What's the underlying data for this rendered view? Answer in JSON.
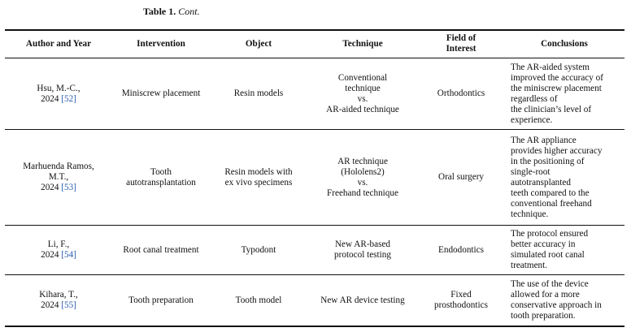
{
  "caption": {
    "label": "Table 1.",
    "cont": "Cont."
  },
  "headers": {
    "author": "Author and Year",
    "intervention": "Intervention",
    "object": "Object",
    "technique": "Technique",
    "field_1": "Field of",
    "field_2": "Interest",
    "conclusions": "Conclusions"
  },
  "rows": [
    {
      "author_1": "Hsu, M.-C.,",
      "author_year": "2024 ",
      "ref": "[52]",
      "intervention": [
        "Miniscrew placement"
      ],
      "object": [
        "Resin models"
      ],
      "technique": [
        "Conventional",
        "technique",
        "vs.",
        "AR-aided technique"
      ],
      "field": [
        "Orthodontics"
      ],
      "conclusions": [
        "The AR-aided system",
        "improved the accuracy of",
        "the miniscrew placement",
        "regardless of",
        "the clinician’s level of",
        "experience."
      ]
    },
    {
      "author_1": "Marhuenda Ramos,",
      "author_2": "M.T.,",
      "author_year": "2024 ",
      "ref": "[53]",
      "intervention": [
        "Tooth",
        "autotransplantation"
      ],
      "object": [
        "Resin models with",
        "ex vivo specimens"
      ],
      "technique": [
        "AR technique",
        "(Hololens2)",
        "vs.",
        "Freehand technique"
      ],
      "field": [
        "Oral surgery"
      ],
      "conclusions": [
        "The AR appliance",
        "provides higher accuracy",
        "in the positioning of",
        "single-root",
        "autotransplanted",
        "teeth compared to the",
        "conventional freehand",
        "technique."
      ]
    },
    {
      "author_1": "Li, F.,",
      "author_year": "2024 ",
      "ref": "[54]",
      "intervention": [
        "Root canal treatment"
      ],
      "object": [
        "Typodont"
      ],
      "technique": [
        "New AR-based",
        "protocol testing"
      ],
      "field": [
        "Endodontics"
      ],
      "conclusions": [
        "The protocol ensured",
        "better accuracy in",
        "simulated root canal",
        "treatment."
      ]
    },
    {
      "author_1": "Kihara, T.,",
      "author_year": "2024 ",
      "ref": "[55]",
      "intervention": [
        "Tooth preparation"
      ],
      "object": [
        "Tooth model"
      ],
      "technique": [
        "New AR device testing"
      ],
      "field": [
        "Fixed",
        "prosthodontics"
      ],
      "conclusions": [
        "The use of the device",
        "allowed for a more",
        "conservative approach in",
        "tooth preparation."
      ]
    }
  ]
}
